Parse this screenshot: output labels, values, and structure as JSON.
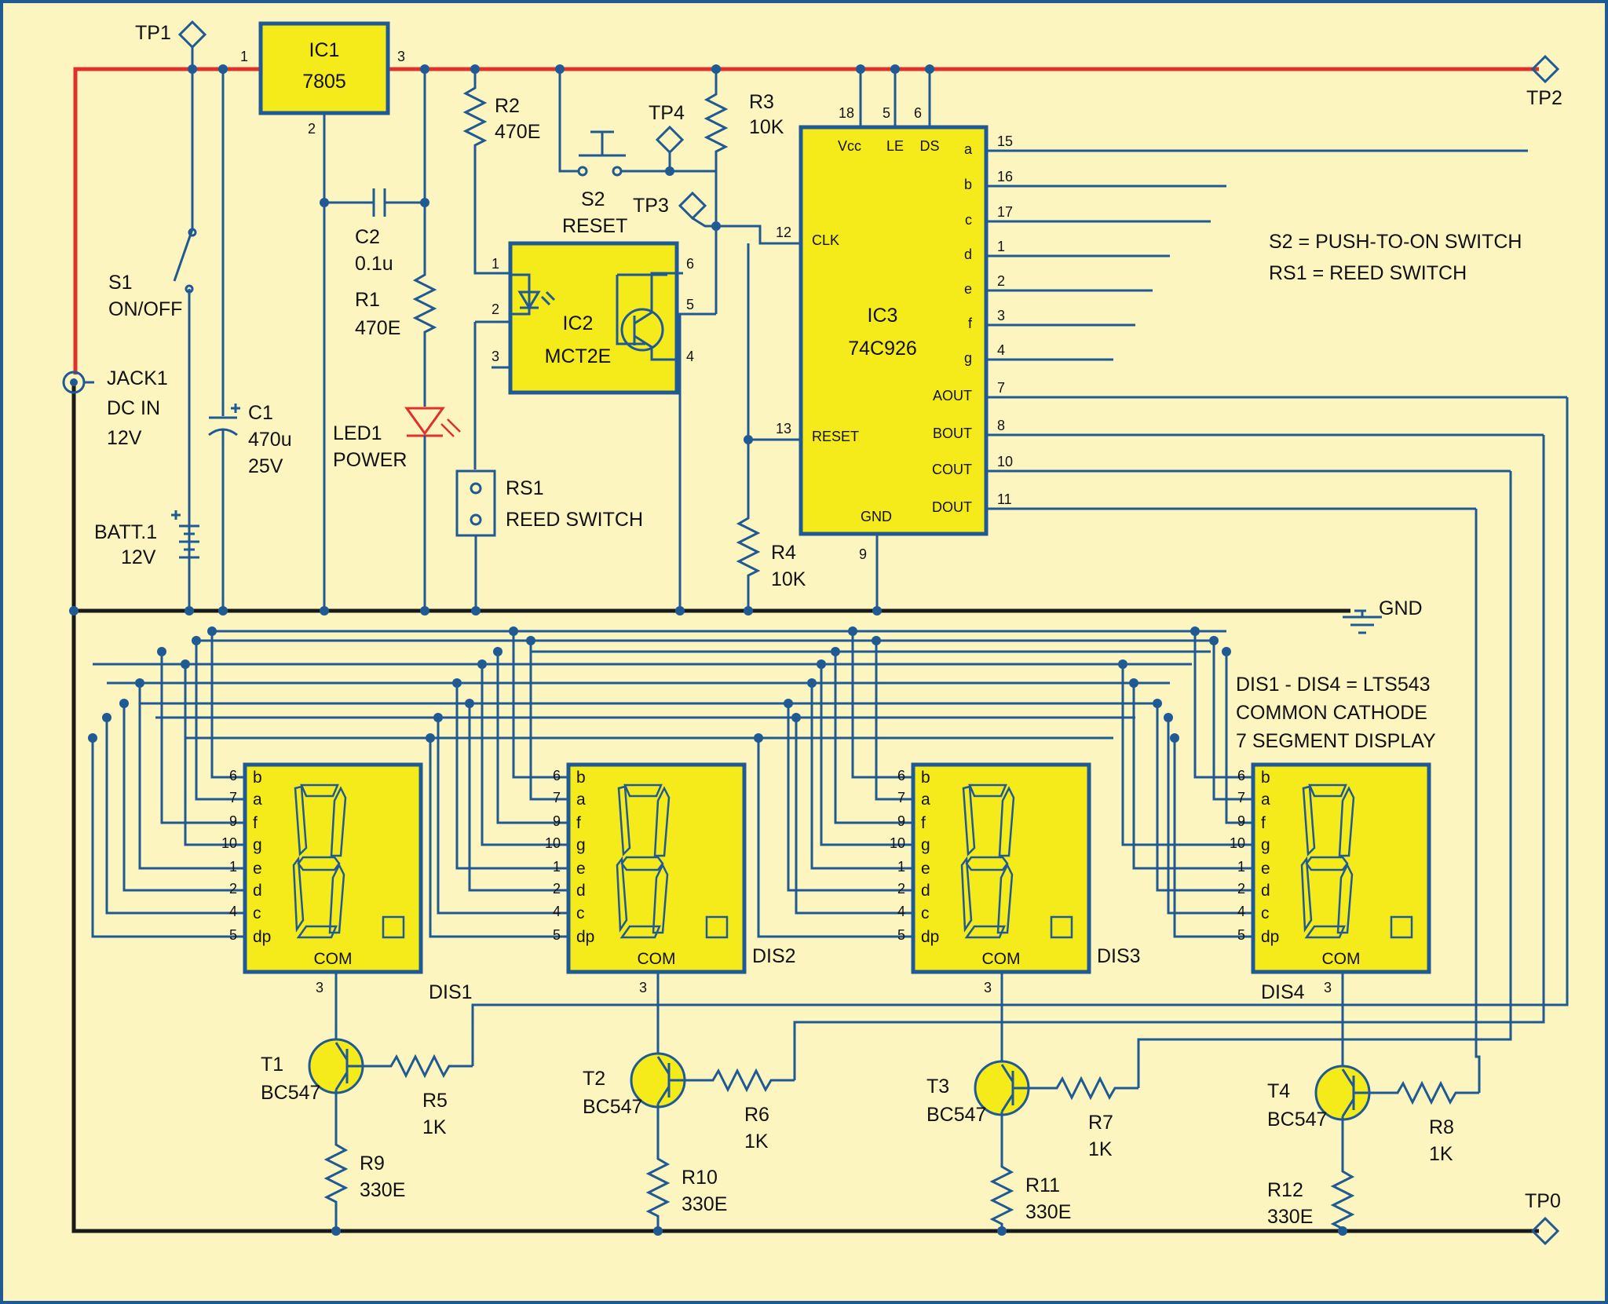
{
  "colors": {
    "background": "#fdf5bf",
    "wire": "#1f5a94",
    "power_rail": "#e0312b",
    "ground_rail": "#1a1a1a",
    "ic_fill": "#f5ea1a"
  },
  "test_points": {
    "tp1": "TP1",
    "tp2": "TP2",
    "tp3": "TP3",
    "tp4": "TP4",
    "tp0": "TP0"
  },
  "ic1": {
    "ref": "IC1",
    "value": "7805",
    "pin_in": "1",
    "pin_out": "3",
    "pin_gnd": "2"
  },
  "ic2": {
    "ref": "IC2",
    "value": "MCT2E",
    "pins": [
      "1",
      "2",
      "3",
      "6",
      "5",
      "4"
    ]
  },
  "ic3": {
    "ref": "IC3",
    "value": "74C926",
    "top_pins": [
      "18",
      "5",
      "6"
    ],
    "top_labels": [
      "Vcc",
      "LE",
      "DS"
    ],
    "clk_pin": "12",
    "clk_label": "CLK",
    "reset_pin": "13",
    "reset_label": "RESET",
    "gnd_pin": "9",
    "gnd_label": "GND",
    "right_labels": [
      "a",
      "b",
      "c",
      "d",
      "e",
      "f",
      "g",
      "AOUT",
      "BOUT",
      "COUT",
      "DOUT"
    ],
    "right_pins": [
      "15",
      "16",
      "17",
      "1",
      "2",
      "3",
      "4",
      "7",
      "8",
      "10",
      "11"
    ]
  },
  "components": {
    "s1": {
      "ref": "S1",
      "label": "ON/OFF"
    },
    "jack1": {
      "ref": "JACK1",
      "label": "DC IN",
      "value": "12V"
    },
    "c1": {
      "ref": "C1",
      "value": "470u",
      "rating": "25V"
    },
    "c2": {
      "ref": "C2",
      "value": "0.1u"
    },
    "batt": {
      "ref": "BATT.1",
      "value": "12V"
    },
    "r1": {
      "ref": "R1",
      "value": "470E"
    },
    "r2": {
      "ref": "R2",
      "value": "470E"
    },
    "r3": {
      "ref": "R3",
      "value": "10K"
    },
    "r4": {
      "ref": "R4",
      "value": "10K"
    },
    "led1": {
      "ref": "LED1",
      "label": "POWER"
    },
    "s2": {
      "ref": "S2",
      "label": "RESET"
    },
    "rs1": {
      "ref": "RS1",
      "label": "REED SWITCH"
    }
  },
  "notes": {
    "s2": "S2 = PUSH-TO-ON SWITCH",
    "rs1": "RS1 = REED SWITCH",
    "dis1": "DIS1 - DIS4 = LTS543",
    "dis2": "COMMON CATHODE",
    "dis3": "7 SEGMENT DISPLAY"
  },
  "gnd_label": "GND",
  "display_pins": {
    "numbers": [
      "6",
      "7",
      "9",
      "10",
      "1",
      "2",
      "4",
      "5"
    ],
    "segments": [
      "b",
      "a",
      "f",
      "g",
      "e",
      "d",
      "c",
      "dp"
    ],
    "com_label": "COM",
    "com_pin": "3"
  },
  "displays": [
    {
      "ref": "DIS1"
    },
    {
      "ref": "DIS2"
    },
    {
      "ref": "DIS3"
    },
    {
      "ref": "DIS4"
    }
  ],
  "transistors": [
    {
      "ref": "T1",
      "type": "BC547",
      "rb": "R5",
      "rb_value": "1K",
      "re": "R9",
      "re_value": "330E"
    },
    {
      "ref": "T2",
      "type": "BC547",
      "rb": "R6",
      "rb_value": "1K",
      "re": "R10",
      "re_value": "330E"
    },
    {
      "ref": "T3",
      "type": "BC547",
      "rb": "R7",
      "rb_value": "1K",
      "re": "R11",
      "re_value": "330E"
    },
    {
      "ref": "T4",
      "type": "BC547",
      "rb": "R8",
      "rb_value": "1K",
      "re": "R12",
      "re_value": "330E"
    }
  ]
}
